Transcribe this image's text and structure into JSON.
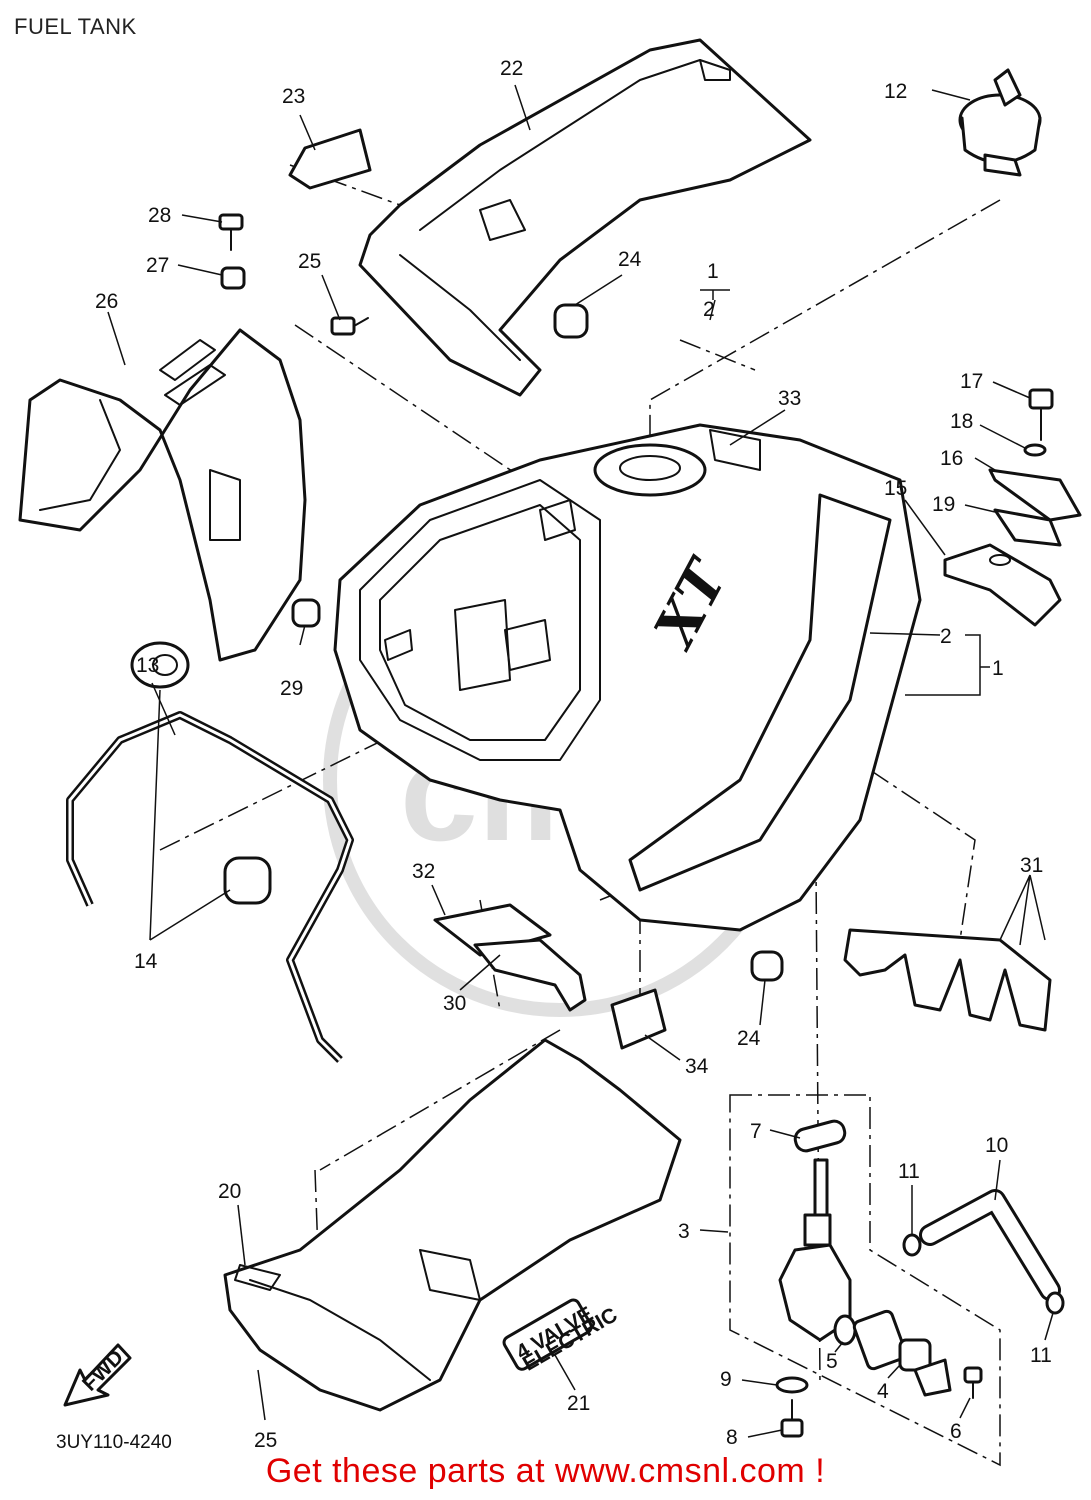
{
  "title": "FUEL TANK",
  "footer_cta": "Get these parts at www.cmsnl.com !",
  "diagram_code": "3UY110-4240",
  "tank_logo_text": "XT",
  "sticker_text": [
    "4 VALVE",
    "ELECTRIC"
  ],
  "fwd_arrow_text": "FWD",
  "callouts": [
    {
      "id": "c1",
      "label": "1"
    },
    {
      "id": "c1b",
      "label": "1"
    },
    {
      "id": "c2a",
      "label": "2"
    },
    {
      "id": "c2b",
      "label": "2"
    },
    {
      "id": "c3",
      "label": "3"
    },
    {
      "id": "c4",
      "label": "4"
    },
    {
      "id": "c5",
      "label": "5"
    },
    {
      "id": "c6",
      "label": "6"
    },
    {
      "id": "c7",
      "label": "7"
    },
    {
      "id": "c8",
      "label": "8"
    },
    {
      "id": "c9",
      "label": "9"
    },
    {
      "id": "c10",
      "label": "10"
    },
    {
      "id": "c11a",
      "label": "11"
    },
    {
      "id": "c11b",
      "label": "11"
    },
    {
      "id": "c12",
      "label": "12"
    },
    {
      "id": "c13",
      "label": "13"
    },
    {
      "id": "c14",
      "label": "14"
    },
    {
      "id": "c15",
      "label": "15"
    },
    {
      "id": "c16",
      "label": "16"
    },
    {
      "id": "c17",
      "label": "17"
    },
    {
      "id": "c18",
      "label": "18"
    },
    {
      "id": "c19",
      "label": "19"
    },
    {
      "id": "c20",
      "label": "20"
    },
    {
      "id": "c21",
      "label": "21"
    },
    {
      "id": "c22",
      "label": "22"
    },
    {
      "id": "c23",
      "label": "23"
    },
    {
      "id": "c24a",
      "label": "24"
    },
    {
      "id": "c24b",
      "label": "24"
    },
    {
      "id": "c25a",
      "label": "25"
    },
    {
      "id": "c25b",
      "label": "25"
    },
    {
      "id": "c26",
      "label": "26"
    },
    {
      "id": "c27",
      "label": "27"
    },
    {
      "id": "c28",
      "label": "28"
    },
    {
      "id": "c29",
      "label": "29"
    },
    {
      "id": "c30",
      "label": "30"
    },
    {
      "id": "c31",
      "label": "31"
    },
    {
      "id": "c32",
      "label": "32"
    },
    {
      "id": "c33",
      "label": "33"
    },
    {
      "id": "c34",
      "label": "34"
    }
  ]
}
